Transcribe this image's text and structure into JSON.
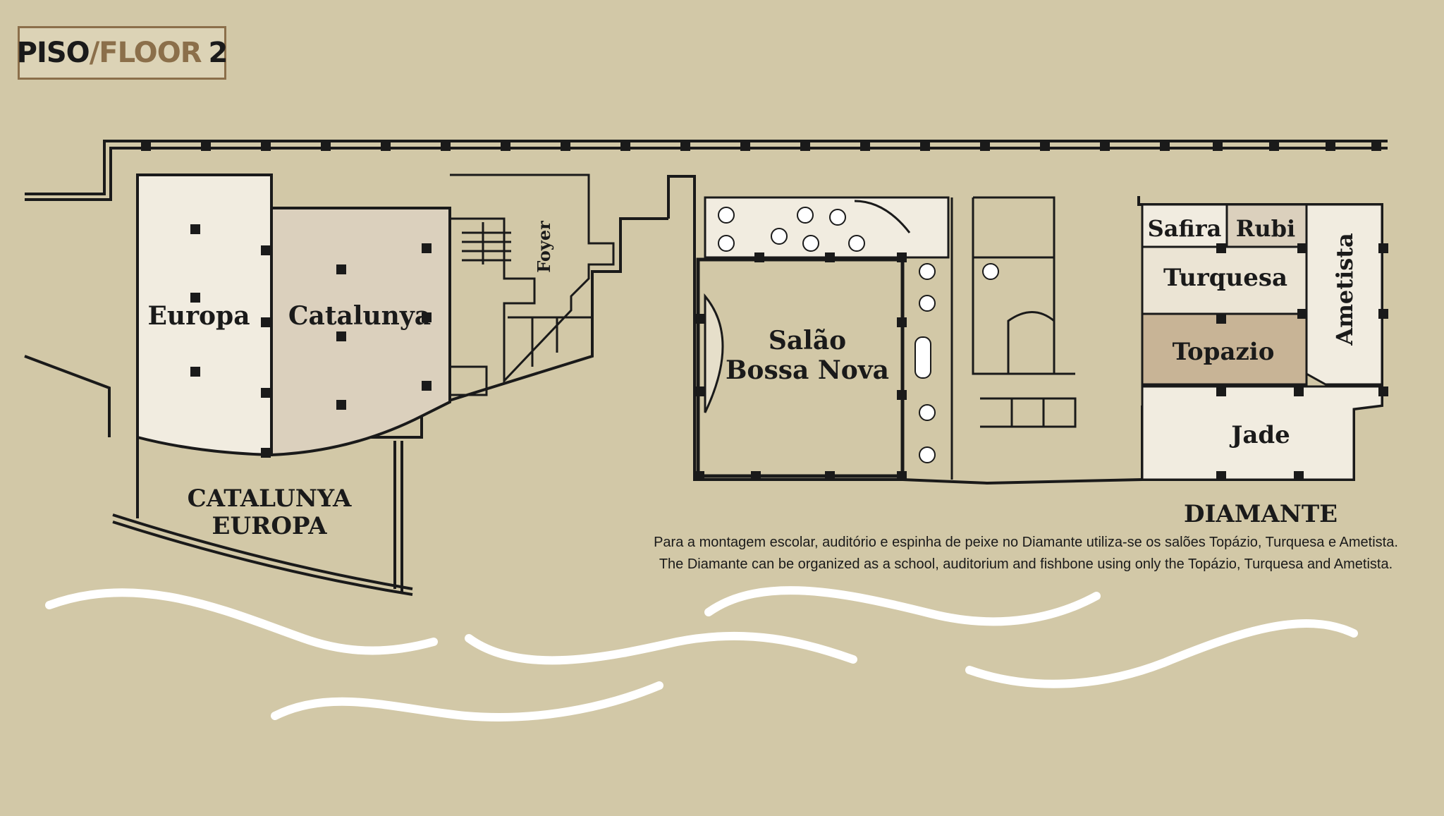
{
  "floor_badge": {
    "piso": "PISO",
    "slash": "/",
    "floor": "FLOOR",
    "number": "2"
  },
  "rooms": {
    "europa": "Europa",
    "catalunya": "Catalunya",
    "foyer": "Foyer",
    "salao_line1": "Salão",
    "salao_line2": "Bossa Nova",
    "safira": "Safira",
    "rubi": "Rubi",
    "turquesa": "Turquesa",
    "ametista": "Ametista",
    "topazio": "Topazio",
    "jade": "Jade"
  },
  "areas": {
    "catalunya_europa_line1": "CATALUNYA",
    "catalunya_europa_line2": "EUROPA",
    "diamante": "DIAMANTE"
  },
  "notes": {
    "pt": "Para a montagem escolar, auditório e espinha de peixe no Diamante utiliza-se os salões Topázio, Turquesa e Ametista.",
    "en": "The Diamante can be organized as a school, auditorium and fishbone using only the Topázio, Turquesa and Ametista."
  },
  "colors": {
    "background": "#d2c8a7",
    "room_light": "#f1ece0",
    "room_mid": "#dbd0bd",
    "room_highlight": "#c8b496",
    "wall": "#1a1a1a",
    "badge_brown": "#8b6f4a",
    "wave": "#ffffff"
  }
}
